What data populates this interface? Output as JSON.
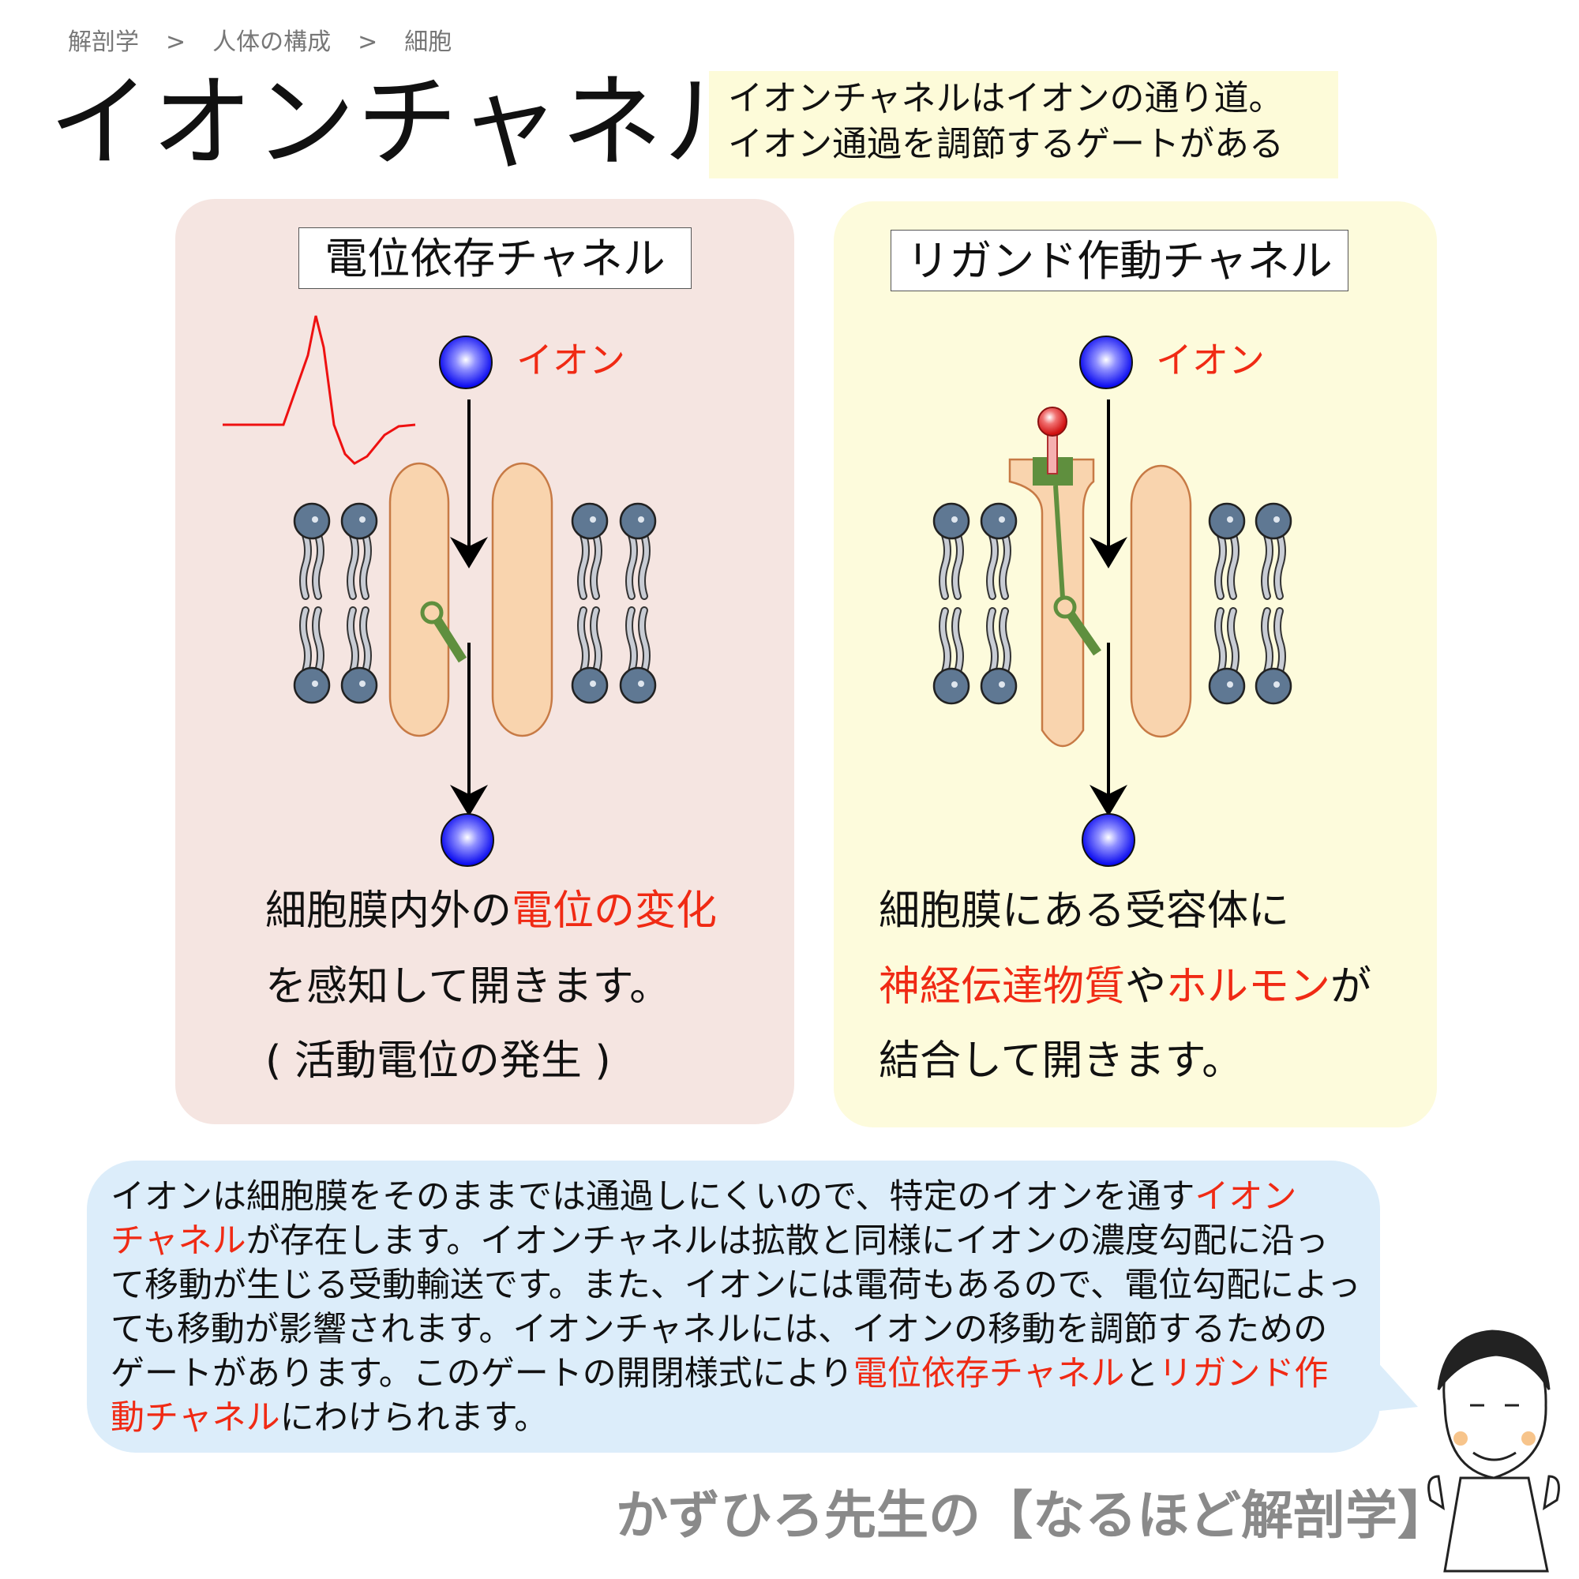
{
  "breadcrumb": [
    "解剖学",
    "人体の構成",
    "細胞"
  ],
  "breadcrumb_separator": ">",
  "title": "イオンチャネル",
  "summary": [
    "イオンチャネルはイオンの通り道。",
    "イオン通過を調節するゲートがある"
  ],
  "panels": {
    "voltage": {
      "heading": "電位依存チャネル",
      "ion_label": "イオン",
      "lines": [
        [
          {
            "t": "細胞膜内外の",
            "red": false
          },
          {
            "t": "電位の変化",
            "red": true
          }
        ],
        [
          {
            "t": "を感知して開きます。",
            "red": false
          }
        ],
        [
          {
            "t": "( 活動電位の発生 )",
            "red": false
          }
        ]
      ]
    },
    "ligand": {
      "heading": "リガンド作動チャネル",
      "ion_label": "イオン",
      "lines": [
        [
          {
            "t": "細胞膜にある受容体に",
            "red": false
          }
        ],
        [
          {
            "t": "神経伝達物質",
            "red": true
          },
          {
            "t": "や",
            "red": false
          },
          {
            "t": "ホルモン",
            "red": true
          },
          {
            "t": "が",
            "red": false
          }
        ],
        [
          {
            "t": "結合して開きます。",
            "red": false
          }
        ]
      ]
    }
  },
  "explanation": [
    [
      {
        "t": "イオンは細胞膜をそのままでは通過しにくいので、特定のイオンを通す",
        "red": false
      },
      {
        "t": "イオン",
        "red": true
      }
    ],
    [
      {
        "t": "チャネル",
        "red": true
      },
      {
        "t": "が存在します。イオンチャネルは拡散と同様にイオンの濃度勾配に沿っ",
        "red": false
      }
    ],
    [
      {
        "t": "て移動が生じる受動輸送です。また、イオンには電荷もあるので、電位勾配によっ",
        "red": false
      }
    ],
    [
      {
        "t": "ても移動が影響されます。イオンチャネルには、イオンの移動を調節するための",
        "red": false
      }
    ],
    [
      {
        "t": "ゲートがあります。このゲートの開閉様式により",
        "red": false
      },
      {
        "t": "電位依存チャネル",
        "red": true
      },
      {
        "t": "と",
        "red": false
      },
      {
        "t": "リガンド作",
        "red": true
      }
    ],
    [
      {
        "t": "動チャネル",
        "red": true
      },
      {
        "t": "にわけられます。",
        "red": false
      }
    ]
  ],
  "footer": "かずひろ先生の【なるほど解剖学】",
  "colors": {
    "accent_red": "#f02a14",
    "ion_blue": "#0000ff",
    "protein": "#f9d4ae",
    "gate_green": "#5f8f3e",
    "lipid_head": "#5f7893"
  }
}
